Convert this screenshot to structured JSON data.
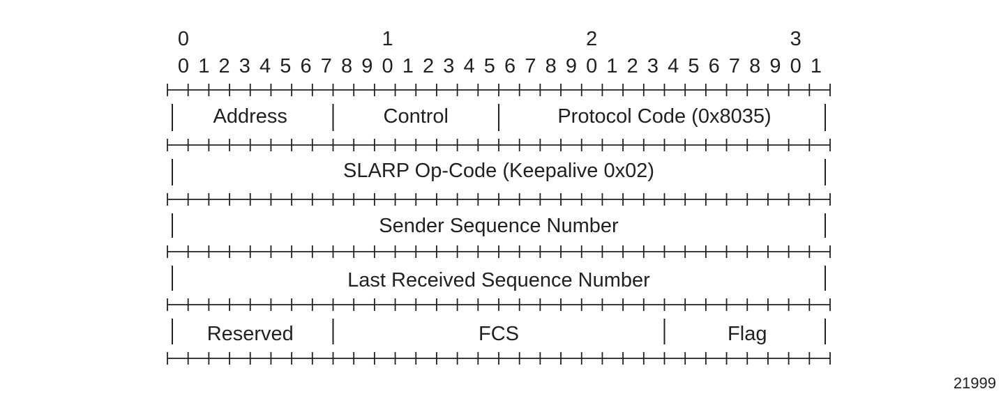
{
  "bit_ruler": {
    "tens": [
      "0",
      "1",
      "2",
      "3"
    ],
    "ones": [
      "0",
      "1",
      "2",
      "3",
      "4",
      "5",
      "6",
      "7",
      "8",
      "9",
      "0",
      "1",
      "2",
      "3",
      "4",
      "5",
      "6",
      "7",
      "8",
      "9",
      "0",
      "1",
      "2",
      "3",
      "4",
      "5",
      "6",
      "7",
      "8",
      "9",
      "0",
      "1"
    ]
  },
  "rows": [
    {
      "fields": [
        {
          "label": "Address",
          "from_bit": 0,
          "to_bit": 8
        },
        {
          "label": "Control",
          "from_bit": 8,
          "to_bit": 16
        },
        {
          "label": "Protocol Code (0x8035)",
          "from_bit": 16,
          "to_bit": 32
        }
      ]
    },
    {
      "fields": [
        {
          "label": "SLARP Op-Code (Keepalive 0x02)",
          "from_bit": 0,
          "to_bit": 32
        }
      ]
    },
    {
      "fields": [
        {
          "label": "Sender Sequence Number",
          "from_bit": 0,
          "to_bit": 32
        }
      ]
    },
    {
      "fields": [
        {
          "label": "Last Received Sequence Number",
          "from_bit": 0,
          "to_bit": 32
        }
      ]
    },
    {
      "fields": [
        {
          "label": "Reserved",
          "from_bit": 0,
          "to_bit": 8
        },
        {
          "label": "FCS",
          "from_bit": 8,
          "to_bit": 24
        },
        {
          "label": "Flag",
          "from_bit": 24,
          "to_bit": 32
        }
      ]
    }
  ],
  "figure_id": "21999"
}
